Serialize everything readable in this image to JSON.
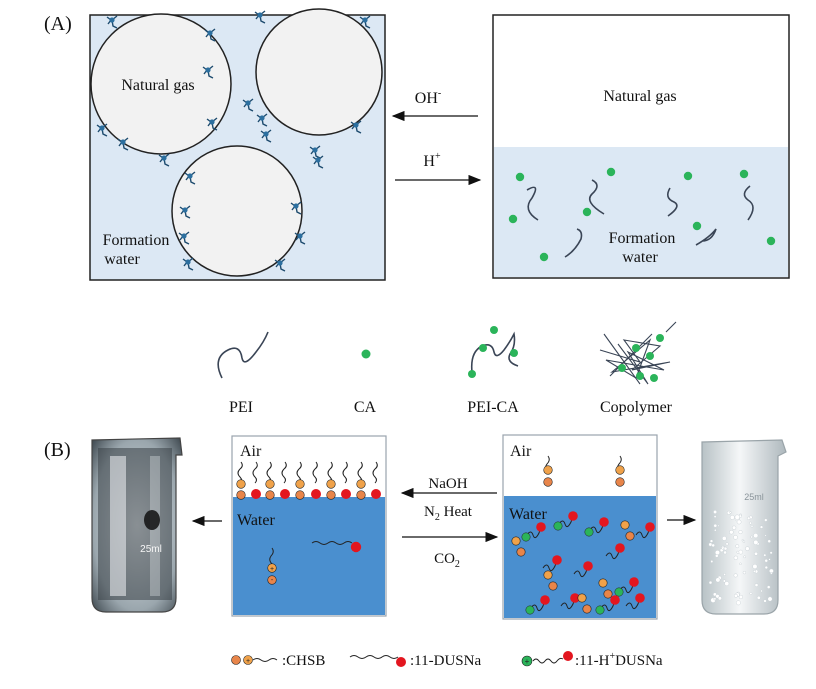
{
  "panel_a": {
    "label": "(A)",
    "left_box": {
      "gas_label": "Natural gas",
      "water_label_line1": "Formation",
      "water_label_line2": "water"
    },
    "right_box": {
      "gas_label": "Natural gas",
      "water_label_line1": "Formation",
      "water_label_line2": "water"
    },
    "arrow_top_label": "OH",
    "arrow_top_sup": "-",
    "arrow_bottom_label": "H",
    "arrow_bottom_sup": "+"
  },
  "legend_a": {
    "items": [
      "PEI",
      "CA",
      "PEI-CA",
      "Copolymer"
    ]
  },
  "panel_b": {
    "label": "(B)",
    "left_box": {
      "air_label": "Air",
      "water_label": "Water"
    },
    "right_box": {
      "air_label": "Air",
      "water_label": "Water"
    },
    "arrow_top_label": "NaOH",
    "arrow_mid_label": "N",
    "arrow_mid_sub": "2",
    "arrow_mid_tail": " Heat",
    "arrow_bottom_label": "CO",
    "arrow_bottom_sub": "2",
    "beaker_left_text": "25ml",
    "beaker_right_text": "25ml"
  },
  "legend_b": {
    "chsb_label": ":CHSB",
    "dusna_label": ":11-DUSNa",
    "hdusna_prefix": ":11-H",
    "hdusna_sup": "+",
    "hdusna_suffix": "DUSNa"
  },
  "colors": {
    "water_light": "#dce8f4",
    "water_dark": "#4a8fcf",
    "green_dot": "#2bb45a",
    "red_head": "#e3161f",
    "orange_head": "#f0a24a",
    "polymer_line": "#3a4556",
    "surfactant_blue": "#2c6f9f"
  }
}
